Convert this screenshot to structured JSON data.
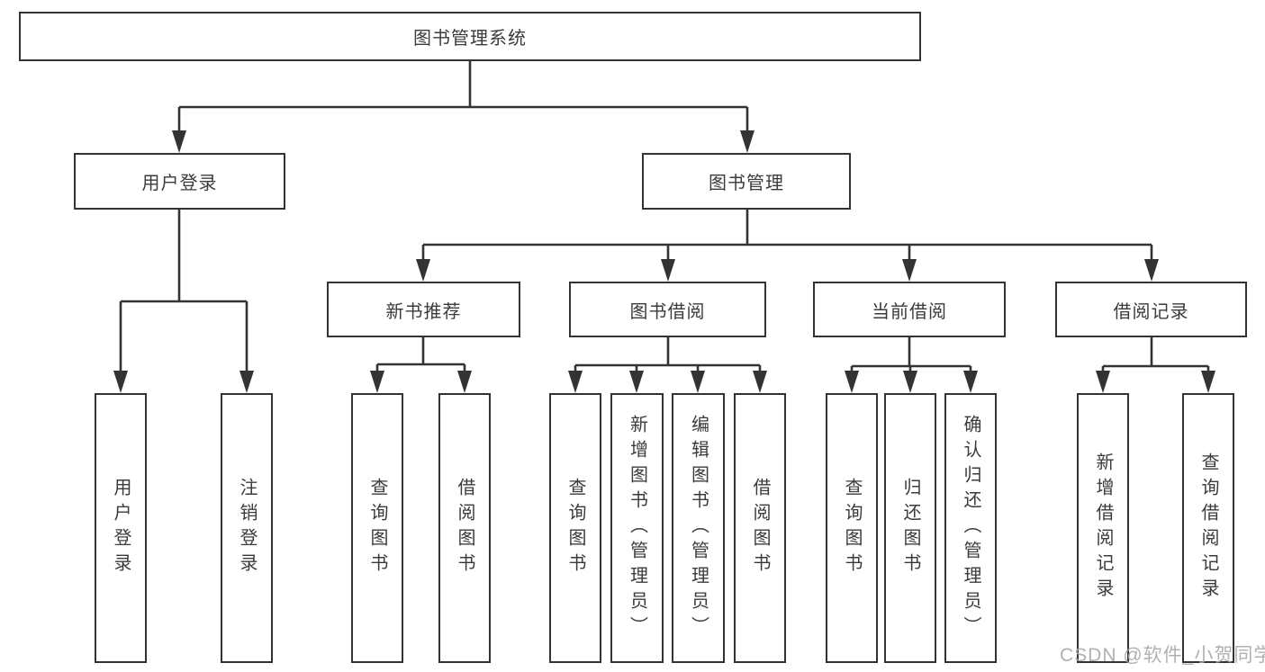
{
  "diagram": {
    "colors": {
      "line": "#333333",
      "text": "#3b3b3b",
      "box_background": "#ffffff",
      "page_background": "#ffffff",
      "watermark": "#a9a9a9"
    },
    "root": {
      "label": "图书管理系统"
    },
    "level1": [
      {
        "label": "用户登录"
      },
      {
        "label": "图书管理"
      }
    ],
    "level2": [
      {
        "label": "新书推荐"
      },
      {
        "label": "图书借阅"
      },
      {
        "label": "当前借阅"
      },
      {
        "label": "借阅记录"
      }
    ],
    "leaves": {
      "user_login": [
        {
          "label": "用户登录"
        },
        {
          "label": "注销登录"
        }
      ],
      "new_book_recommend": [
        {
          "label": "查询图书"
        },
        {
          "label": "借阅图书"
        }
      ],
      "book_borrowing": [
        {
          "label": "查询图书"
        },
        {
          "label": "新增图书（管理员）"
        },
        {
          "label": "编辑图书（管理员）"
        },
        {
          "label": "借阅图书"
        }
      ],
      "current_borrowing": [
        {
          "label": "查询图书"
        },
        {
          "label": "归还图书"
        },
        {
          "label": "确认归还（管理员）"
        }
      ],
      "borrowing_records": [
        {
          "label": "新增借阅记录"
        },
        {
          "label": "查询借阅记录"
        }
      ]
    },
    "watermark": "CSDN @软件_小贺同学"
  }
}
